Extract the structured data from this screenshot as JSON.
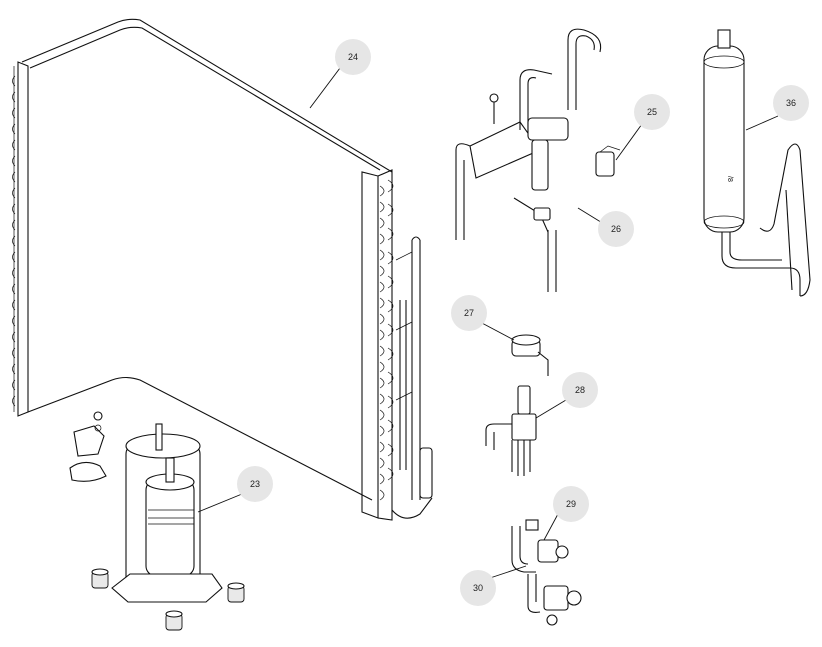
{
  "diagram": {
    "callouts": [
      {
        "id": "c24",
        "label": "24"
      },
      {
        "id": "c25",
        "label": "25"
      },
      {
        "id": "c26",
        "label": "26"
      },
      {
        "id": "c36",
        "label": "36"
      },
      {
        "id": "c27",
        "label": "27"
      },
      {
        "id": "c28",
        "label": "28"
      },
      {
        "id": "c23",
        "label": "23"
      },
      {
        "id": "c29",
        "label": "29"
      },
      {
        "id": "c30",
        "label": "30"
      }
    ],
    "filter_drier_marking": "/8",
    "colors": {
      "line": "#111111",
      "callout_fill": "#e6e6e6",
      "background": "#ffffff"
    }
  }
}
